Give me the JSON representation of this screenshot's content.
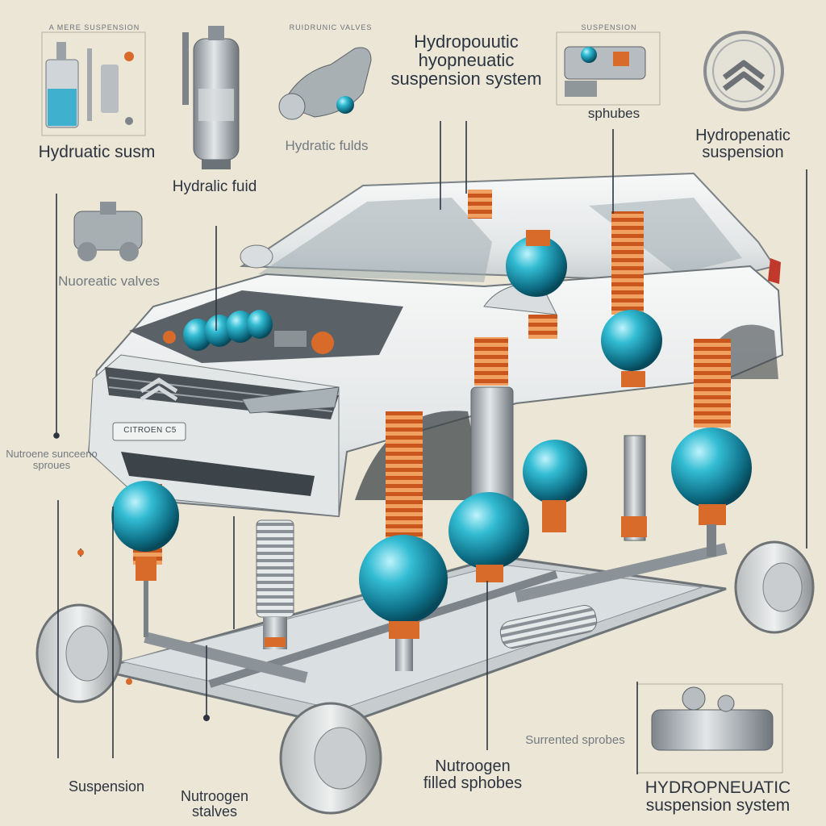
{
  "labels": {
    "top_left_caption": "Hydruatic susm",
    "top_left_panel_header": "A MERE SUSPENSION",
    "hydraulic_fluid": "Hydralic fuid",
    "hydraulic_fluid_2": "Hydratic fulds",
    "title_main": "Hydropouutic hyopneuatic suspension system",
    "top_center_header": "RUIDRUNIC VALVES",
    "spheres_top": "sphubes",
    "spheres_top_header": "SUSPENSION",
    "top_right": "Hydropenatic suspension",
    "valves_left": "Nuoreatic valves",
    "left_mid": "Nutroene sunceeno sproues",
    "suspension_bottom": "Suspension",
    "nitrogen_valves": "Nutroogen stalves",
    "nitrogen_spheres": "Nutroogen filled sphobes",
    "surrounded_spheres": "Surrented sprobes",
    "bottom_right_title": "HYDROPNEUATIC suspension system",
    "grille_plate": "CITROEN C5"
  },
  "colors": {
    "background": "#ece6d6",
    "car_body": "#eceeed",
    "sphere": "#1aa7c0",
    "spring": "#d86a2a",
    "metal": "#9ca3a8",
    "text": "#2d3440"
  },
  "icons": [
    "citroen-logo-icon",
    "accumulator-icon",
    "valve-block-icon",
    "nitrogen-sphere-icon",
    "coil-spring-icon",
    "wheel-icon"
  ]
}
